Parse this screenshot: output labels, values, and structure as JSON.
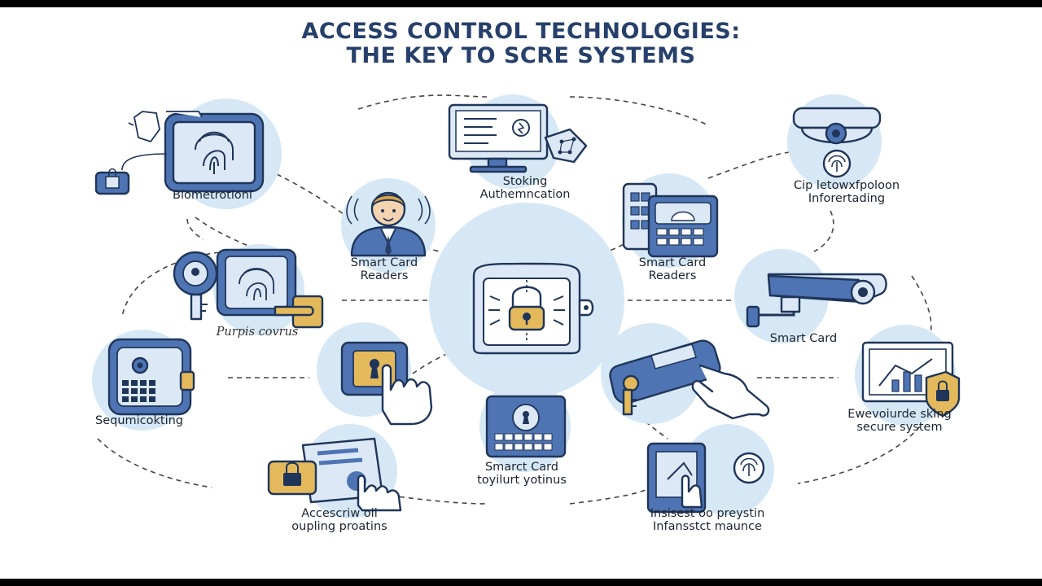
{
  "title": {
    "line1": "ACCESS CONTROL TECHNOLOGIES:",
    "line2": "THE KEY TO SCRE SYSTEMS"
  },
  "nodes": [
    {
      "id": "biometric",
      "lines": [
        "Biometrotionl"
      ],
      "icon": "fingerprint-phone-icon"
    },
    {
      "id": "stoking",
      "lines": [
        "Stoking",
        "Authemncation"
      ],
      "icon": "monitor-icon"
    },
    {
      "id": "cip",
      "lines": [
        "Cip letowxfpoloon",
        "Inforertading"
      ],
      "icon": "camera-dome-icon"
    },
    {
      "id": "person",
      "lines": [
        "Smart Card",
        "Readers"
      ],
      "icon": "person-icon"
    },
    {
      "id": "keypad",
      "lines": [
        "Smart Card",
        "Readers"
      ],
      "icon": "keypad-reader-icon"
    },
    {
      "id": "purpis",
      "lines": [
        "Purpis covrus"
      ],
      "icon": "key-fingerprint-icon"
    },
    {
      "id": "center",
      "lines": [],
      "icon": "padlock-shield-icon"
    },
    {
      "id": "smartcard",
      "lines": [
        "Smart Card"
      ],
      "icon": "security-camera-icon"
    },
    {
      "id": "sequ",
      "lines": [
        "Sequmicokting"
      ],
      "icon": "intercom-icon"
    },
    {
      "id": "touch",
      "lines": [],
      "icon": "touch-keyhole-icon"
    },
    {
      "id": "cardkey",
      "lines": [],
      "icon": "card-key-icon"
    },
    {
      "id": "every",
      "lines": [
        "Ewevoiurde sking",
        "secure system"
      ],
      "icon": "chart-lock-icon"
    },
    {
      "id": "acces",
      "lines": [
        "Accescriw oil",
        "oupling proatins"
      ],
      "icon": "lock-document-icon"
    },
    {
      "id": "smarct",
      "lines": [
        "Smarct Card",
        "toyilurt yotinus"
      ],
      "icon": "keyhole-keypad-icon"
    },
    {
      "id": "insisest",
      "lines": [
        "Insisest oo preystin",
        "Infansstct maunce"
      ],
      "icon": "tablet-fingerprint-icon"
    }
  ],
  "colors": {
    "title": "#27406b",
    "disc": "#d6e8f5",
    "icon_blue": "#4e74b3",
    "icon_light": "#dce8f6",
    "accent_gold": "#e3b95b",
    "outline": "#1f3559"
  }
}
